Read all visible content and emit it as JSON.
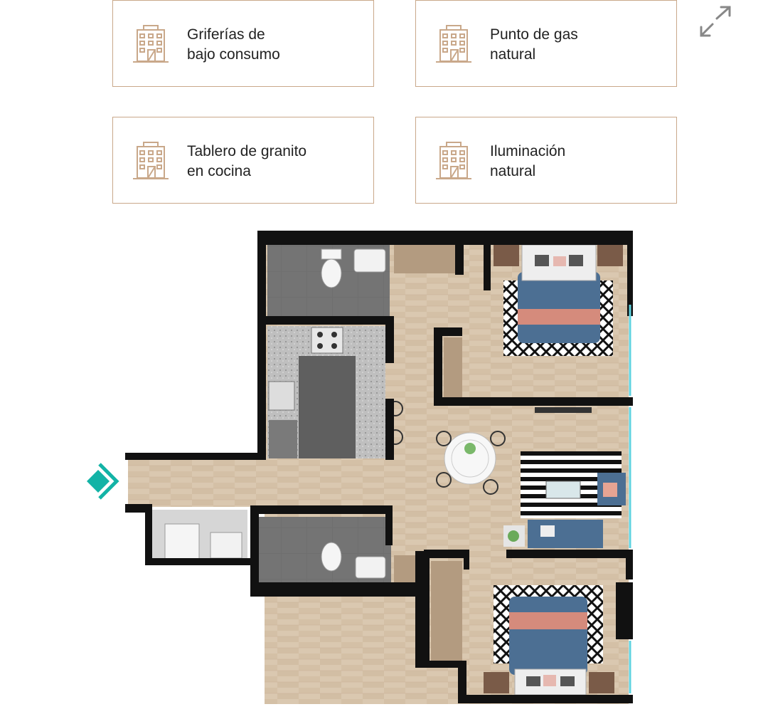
{
  "features": [
    {
      "line1": "Griferías de",
      "line2": "bajo consumo",
      "icon": "building-icon"
    },
    {
      "line1": "Punto de gas",
      "line2": "natural",
      "icon": "building-icon"
    },
    {
      "line1": "Tablero de granito",
      "line2": "en cocina",
      "icon": "building-icon"
    },
    {
      "line1": "Iluminación",
      "line2": "natural",
      "icon": "building-icon"
    }
  ],
  "expand_icon": "expand-arrows-icon",
  "entrance_icon": "entrance-arrow-icon",
  "colors": {
    "accent": "#c9a88a",
    "wall": "#111111",
    "floor": "#d9c6ad",
    "tile": "#6b6b6b",
    "window": "#5fd3e0",
    "entrance": "#13b3a6",
    "bed": "#4c6f93",
    "pink": "#d58b7c"
  }
}
